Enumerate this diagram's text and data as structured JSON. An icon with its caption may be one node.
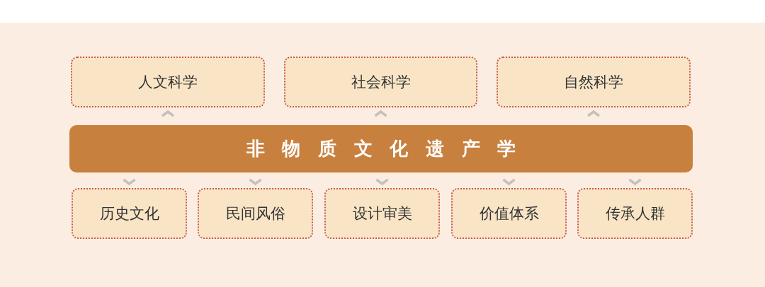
{
  "diagram": {
    "nodes": [
      {
        "text": [
          "人文科学"
        ]
      },
      {
        "text": [
          "社会科学"
        ]
      },
      {
        "text": [
          "自然科学"
        ]
      },
      {
        "text": [
          "非物质文化遗产学"
        ]
      },
      {
        "text": [
          "历史文化"
        ]
      },
      {
        "text": [
          "民间风俗"
        ]
      },
      {
        "text": [
          "设计审美"
        ]
      },
      {
        "text": [
          "价值体系"
        ]
      },
      {
        "text": [
          "传承人群"
        ]
      }
    ],
    "edges": [
      {
        "from": 3,
        "to": 0,
        "arrow": "to"
      },
      {
        "from": 3,
        "to": 1,
        "arrow": "to"
      },
      {
        "from": 3,
        "to": 2,
        "arrow": "to"
      },
      {
        "from": 3,
        "to": 4,
        "arrow": "to"
      },
      {
        "from": 3,
        "to": 5,
        "arrow": "to"
      },
      {
        "from": 3,
        "to": 6,
        "arrow": "to"
      },
      {
        "from": 3,
        "to": 7,
        "arrow": "to"
      },
      {
        "from": 3,
        "to": 8,
        "arrow": "to"
      }
    ]
  }
}
